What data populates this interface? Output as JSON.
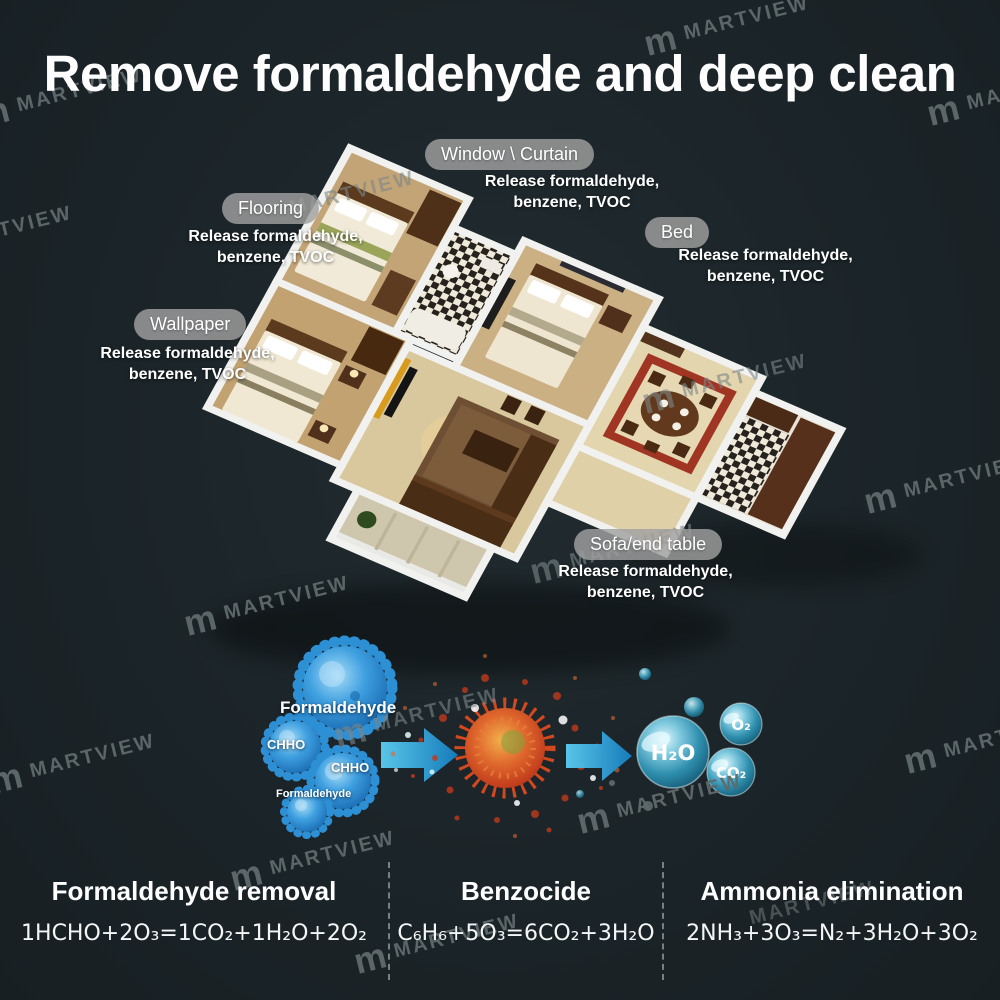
{
  "title": "Remove formaldehyde and deep clean",
  "watermark": {
    "logo": "m",
    "text": "MARTVIEW"
  },
  "callouts": [
    {
      "label": "Window \\ Curtain",
      "desc1": "Release formaldehyde,",
      "desc2": "benzene, TVOC"
    },
    {
      "label": "Flooring",
      "desc1": "Release formaldehyde,",
      "desc2": "benzene, TVOC"
    },
    {
      "label": "Bed",
      "desc1": "Release formaldehyde,",
      "desc2": "benzene, TVOC"
    },
    {
      "label": "Wallpaper",
      "desc1": "Release formaldehyde,",
      "desc2": "benzene, TVOC"
    },
    {
      "label": "Sofa/end table",
      "desc1": "Release formaldehyde,",
      "desc2": "benzene, TVOC"
    }
  ],
  "reaction": {
    "labels": [
      "Formaldehyde",
      "CHHO",
      "CHHO",
      "Formaldehyde"
    ],
    "bubbles": [
      "H₂O",
      "O₂",
      "CO₂"
    ]
  },
  "panels": [
    {
      "heading": "Formaldehyde removal",
      "formula": "1HCHO+2O₃=1CO₂+1H₂O+2O₂"
    },
    {
      "heading": "Benzocide",
      "formula": "C₆H₆+5O₃=6CO₂+3H₂O"
    },
    {
      "heading": "Ammonia elimination",
      "formula": "2NH₃+3O₃=N₂+3H₂O+3O₂"
    }
  ],
  "colors": {
    "background": "#1b2428",
    "pill_gray": "#a0a0a0",
    "arrow_blue": "#2ba3dc",
    "molecule_blue": "#2f8fd6",
    "virus_orange": "#d4502a",
    "bubble_teal": "#2f8fae",
    "text": "#ffffff"
  }
}
